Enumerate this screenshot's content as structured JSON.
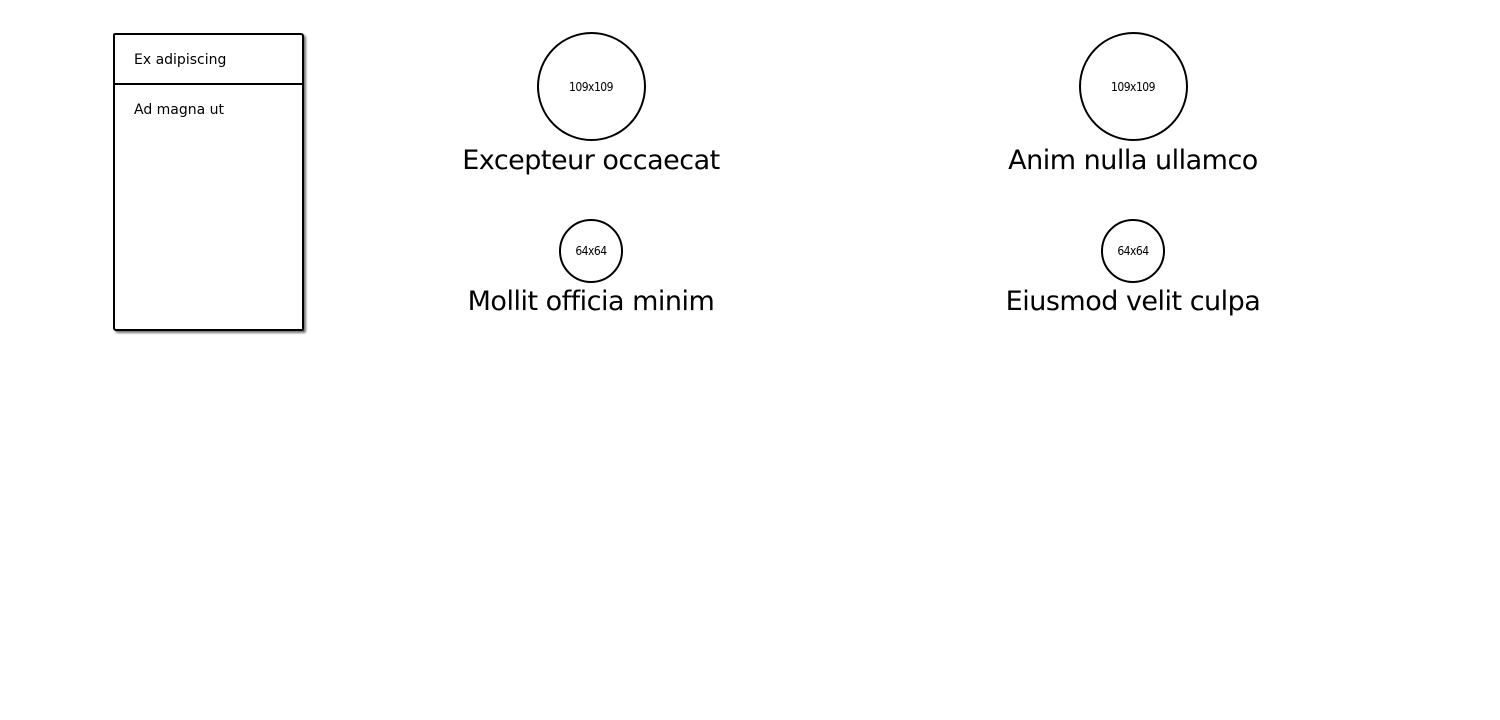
{
  "menu": {
    "items": [
      {
        "label": "Ex adipiscing"
      },
      {
        "label": "Ad magna ut"
      }
    ]
  },
  "avatars": [
    {
      "placeholder": "109x109",
      "name": "Excepteur occaecat",
      "icon": "avatar-placeholder-icon"
    },
    {
      "placeholder": "109x109",
      "name": "Anim nulla ullamco",
      "icon": "avatar-placeholder-icon"
    },
    {
      "placeholder": "64x64",
      "name": "Mollit officia minim",
      "icon": "avatar-placeholder-icon"
    },
    {
      "placeholder": "64x64",
      "name": "Eiusmod velit culpa",
      "icon": "avatar-placeholder-icon"
    }
  ],
  "colors": {
    "background": "#ffffff",
    "stroke": "#000000"
  }
}
